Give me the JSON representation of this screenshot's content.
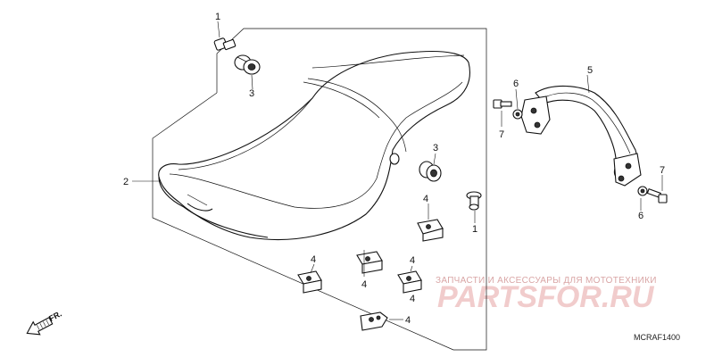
{
  "diagram": {
    "callouts": {
      "c1a": "1",
      "c1b": "1",
      "c2": "2",
      "c3a": "3",
      "c3b": "3",
      "c4a": "4",
      "c4b": "4",
      "c4c": "4",
      "c4d": "4",
      "c4e": "4",
      "c4f": "4",
      "c5": "5",
      "c6a": "6",
      "c6b": "6",
      "c7a": "7",
      "c7b": "7"
    },
    "direction_label": "FR.",
    "part_code": "MCRAF1400"
  },
  "watermark": {
    "tagline": "ЗАПЧАСТИ И АКСЕССУАРЫ ДЛЯ МОТОТЕХНИКИ",
    "logo": "PARTSFOR.RU"
  },
  "colors": {
    "line": "#111111",
    "watermark": "#f1cccc"
  }
}
